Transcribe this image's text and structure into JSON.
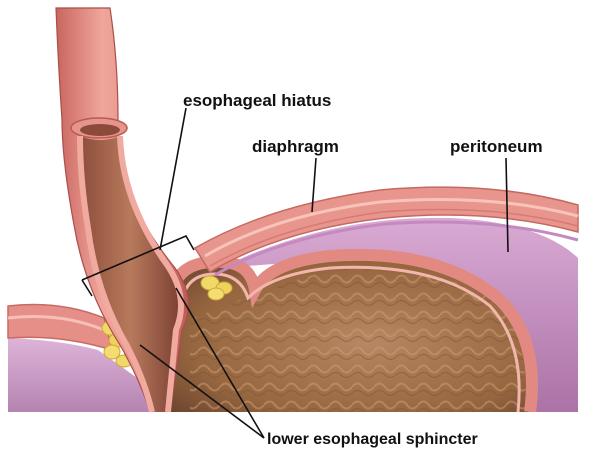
{
  "labels": {
    "esophageal_hiatus": "esophageal hiatus",
    "diaphragm": "diaphragm",
    "peritoneum": "peritoneum",
    "lower_esophageal_sphincter": "lower esophageal sphincter"
  },
  "colors": {
    "tissue_pink": "#e98c86",
    "tissue_light": "#f5b8ae",
    "muscle_stripe": "#d16e68",
    "stomach_interior": "#a87a55",
    "peritoneum_purple": "#b777b0",
    "fat_yellow": "#f0d55a",
    "leader_line": "#111111"
  }
}
